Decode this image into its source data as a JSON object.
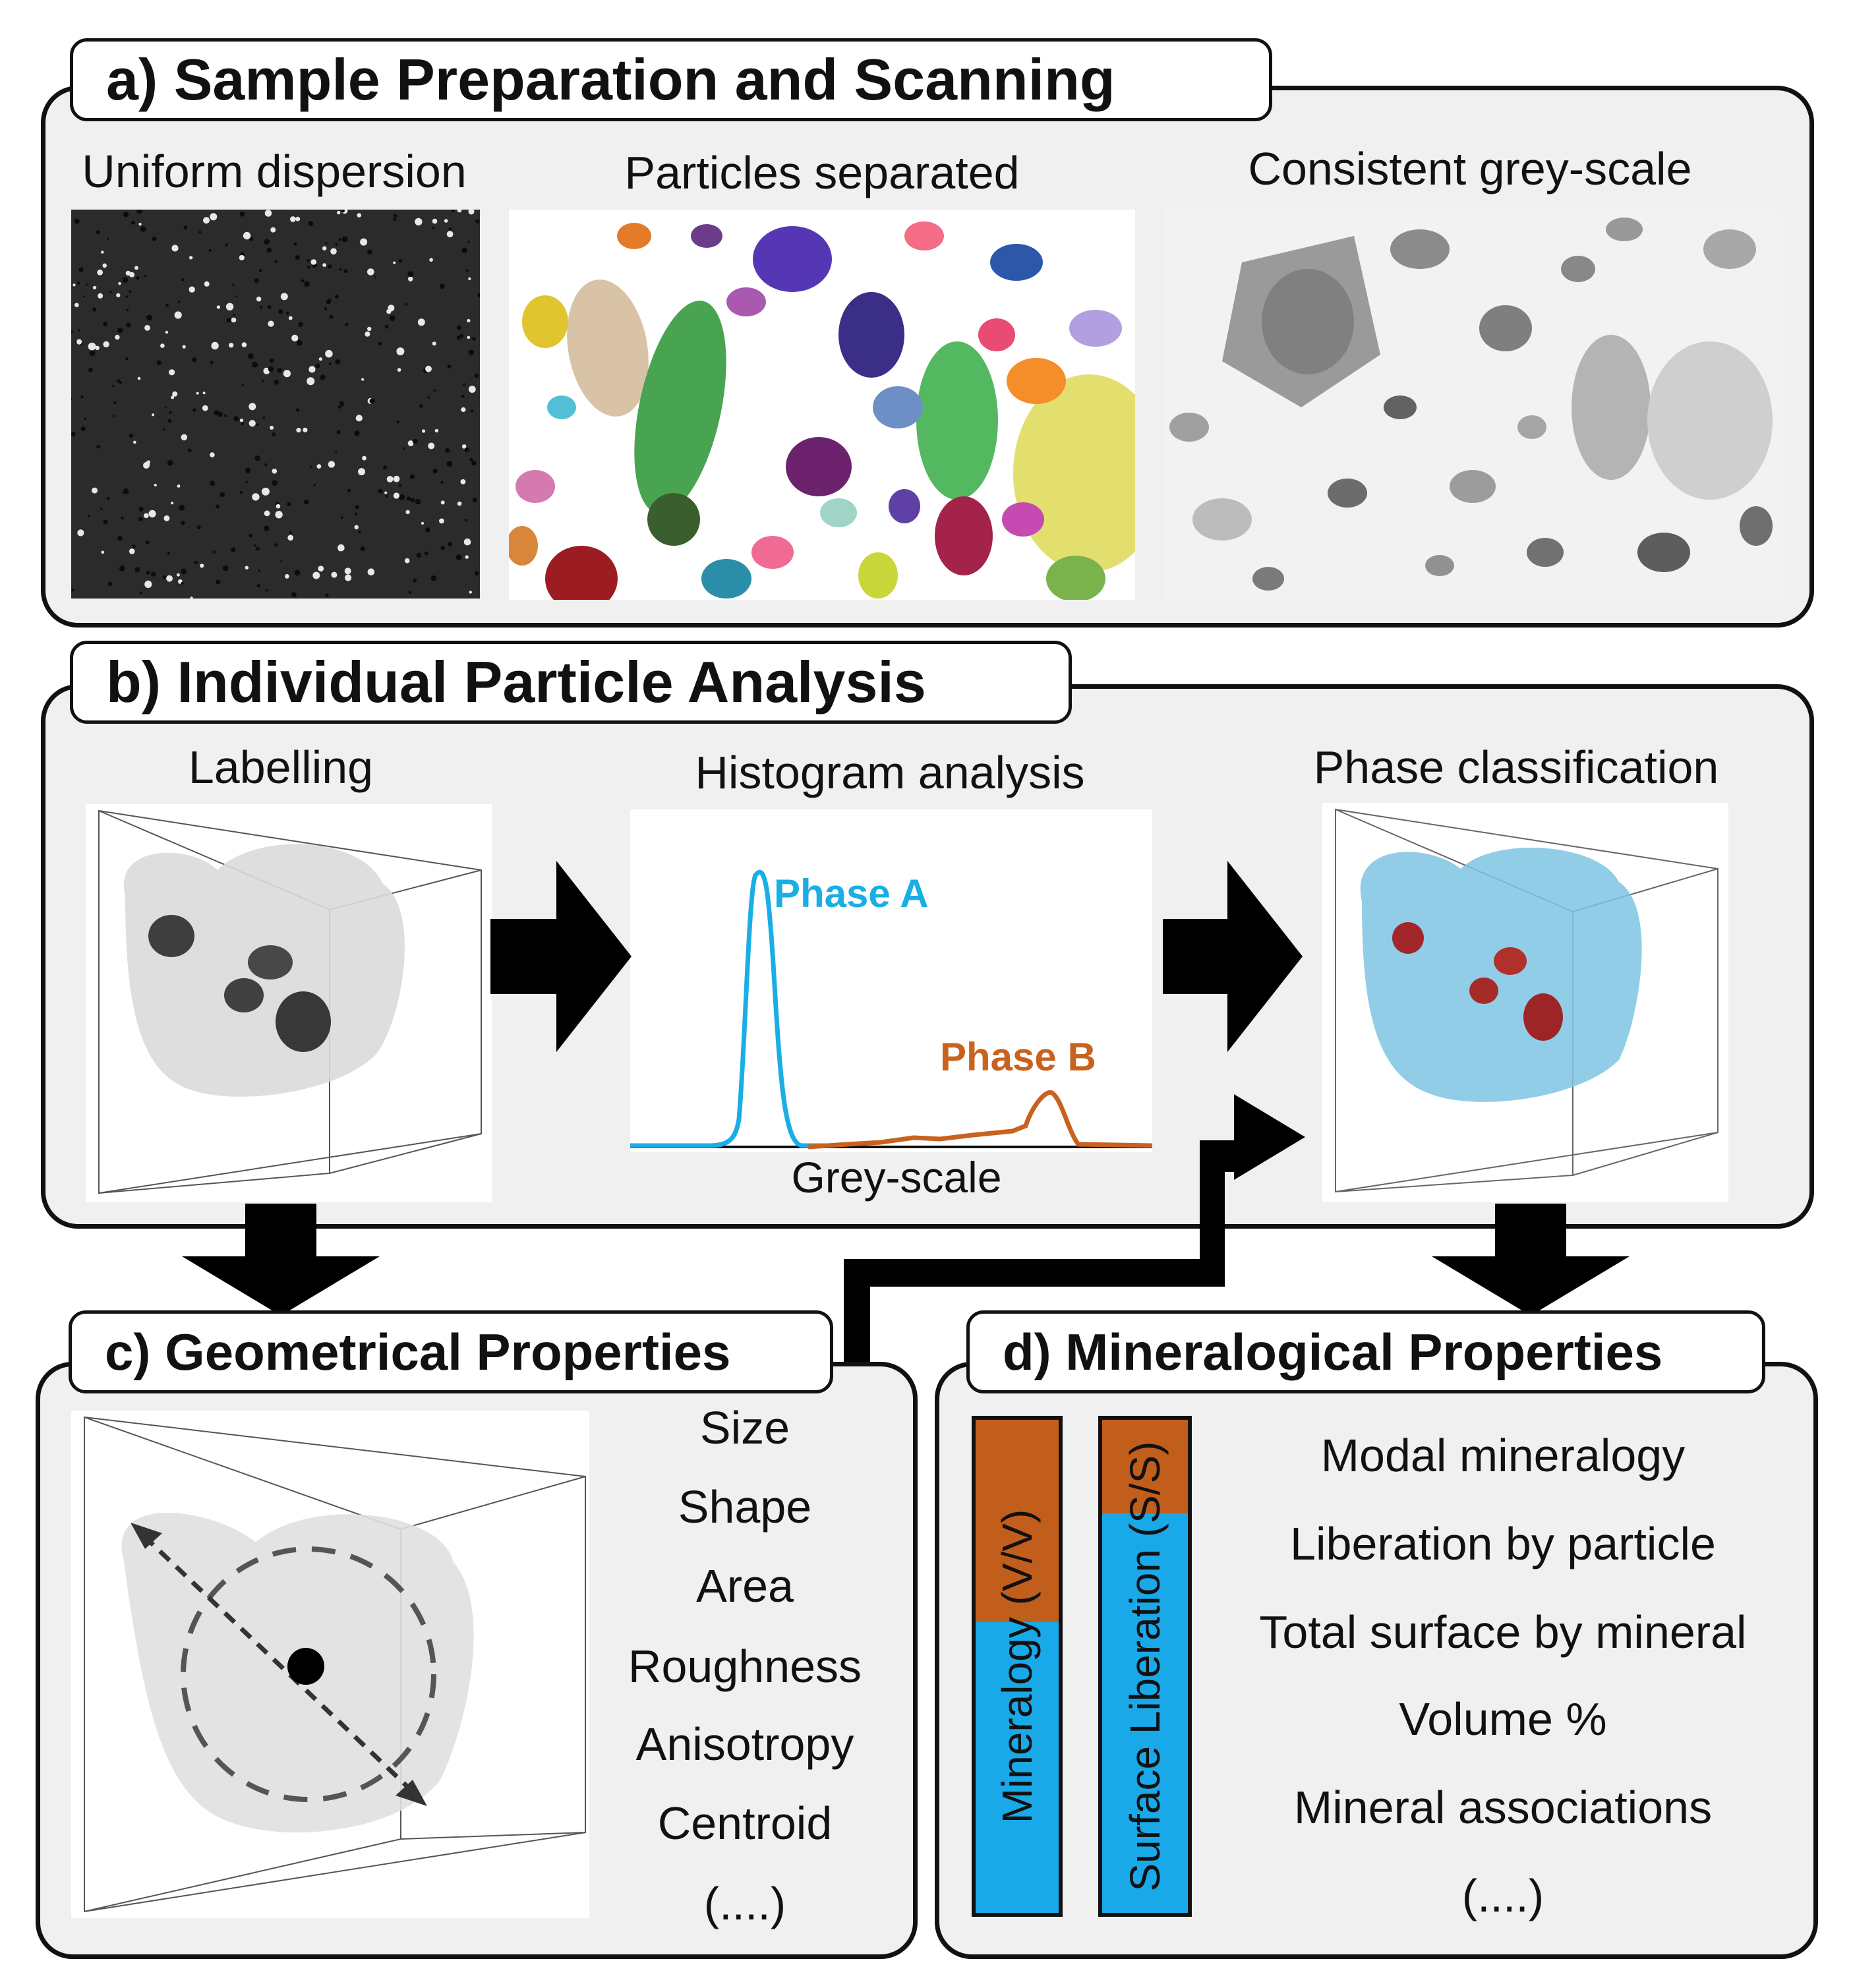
{
  "panel_a": {
    "title": "a) Sample Preparation and Scanning",
    "captions": [
      "Uniform dispersion",
      "Particles separated",
      "Consistent grey-scale"
    ]
  },
  "panel_b": {
    "title": "b) Individual Particle Analysis",
    "captions": [
      "Labelling",
      "Histogram analysis",
      "Phase classification"
    ],
    "histogram": {
      "phase_a_label": "Phase A",
      "phase_b_label": "Phase B",
      "x_label": "Grey-scale",
      "phase_a_color": "#1aaee5",
      "phase_b_color": "#c8621e"
    }
  },
  "panel_c": {
    "title": "c) Geometrical Properties",
    "items": [
      "Size",
      "Shape",
      "Area",
      "Roughness",
      "Anisotropy",
      "Centroid",
      "(....)"
    ]
  },
  "panel_d": {
    "title": "d) Mineralogical Properties",
    "bar1_label": "Mineralogy (V/V)",
    "bar2_label": "Surface Liberation (S/S)",
    "bar1_orange_fraction": 0.41,
    "bar2_orange_fraction": 0.19,
    "orange": "#c25e1c",
    "blue": "#1aa9e8",
    "items": [
      "Modal mineralogy",
      "Liberation by particle",
      "Total surface by mineral",
      "Volume %",
      "Mineral associations",
      "(....)"
    ]
  }
}
